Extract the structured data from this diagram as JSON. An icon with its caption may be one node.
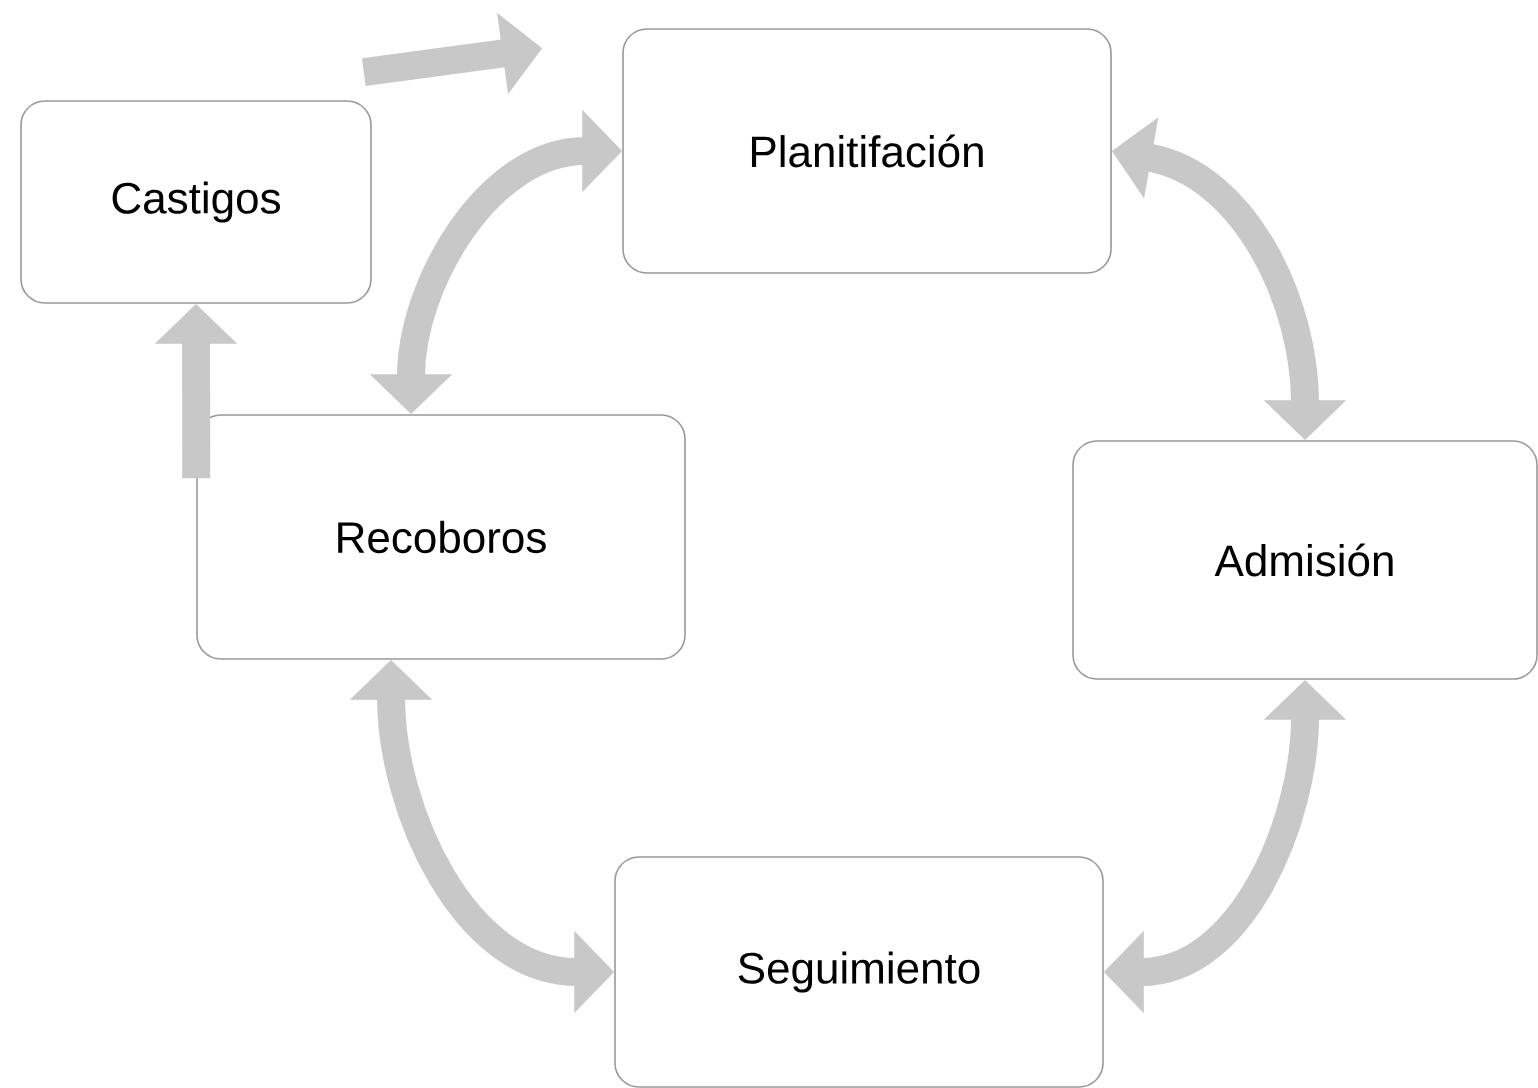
{
  "diagram": {
    "nodes": [
      {
        "text": [
          "Castigos"
        ]
      },
      {
        "text": [
          "Planitifación"
        ]
      },
      {
        "text": [
          "Recoboros"
        ]
      },
      {
        "text": [
          "Admisión"
        ]
      },
      {
        "text": [
          "Seguimiento"
        ]
      }
    ],
    "edges": [
      {
        "from": 1,
        "to": 3,
        "arrow": "both"
      },
      {
        "from": 3,
        "to": 4,
        "arrow": "both"
      },
      {
        "from": 4,
        "to": 2,
        "arrow": "both"
      },
      {
        "from": 2,
        "to": 1,
        "arrow": "both"
      },
      {
        "from": 0,
        "to": 1,
        "arrow": "to"
      },
      {
        "from": 2,
        "to": 0,
        "arrow": "to"
      }
    ]
  }
}
